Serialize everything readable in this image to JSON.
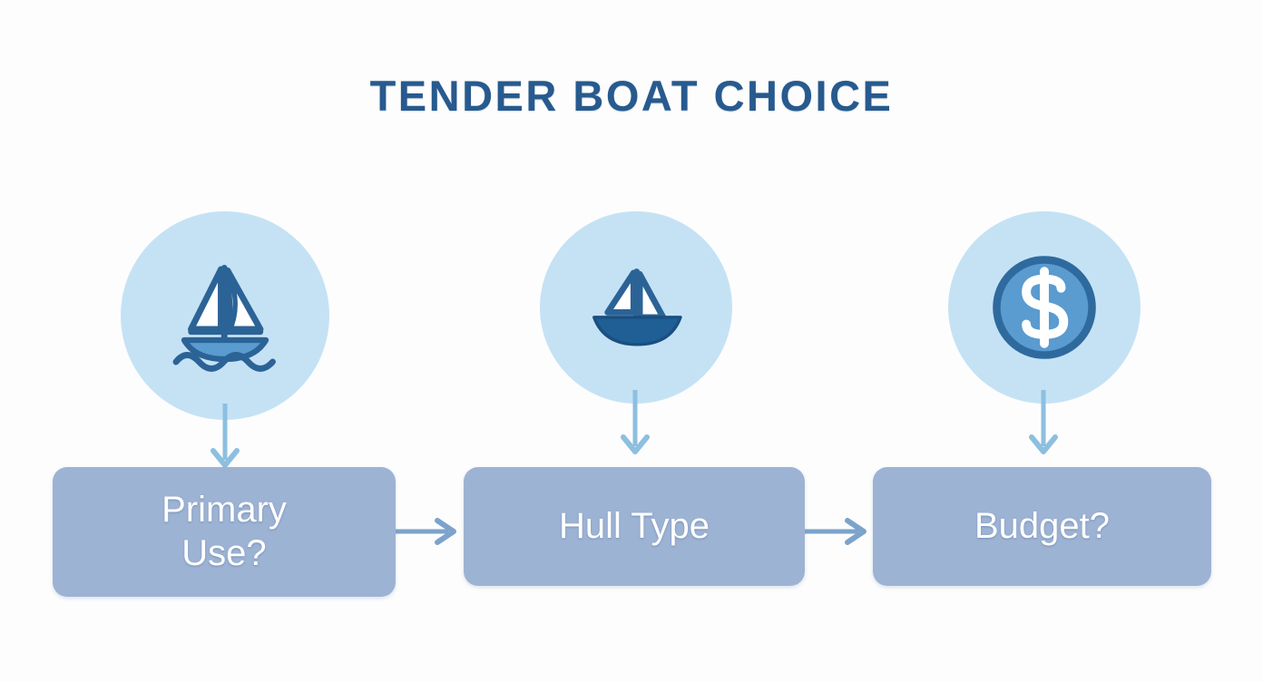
{
  "page": {
    "title": "TENDER BOAT CHOICE",
    "background_color": "#fdfdfd",
    "title_color": "#275a8e"
  },
  "theme": {
    "circle_fill": "#c5e2f5",
    "box_fill": "#9db3d4",
    "box_text_color": "#ffffff",
    "arrow_color_vertical": "#89bfe0",
    "arrow_color_horizontal": "#7ba3cc",
    "icon_outline_dark": "#2c6396",
    "icon_accent_blue": "#5a9bd0",
    "icon_hull_dark": "#1f5f95",
    "icon_sail_white": "#ffffff"
  },
  "icons": [
    {
      "name": "sailboat-waves-icon",
      "label": "sailboat on waves",
      "circle_size": 230
    },
    {
      "name": "sailboat-hull-icon",
      "label": "sailboat with solid hull",
      "circle_size": 212
    },
    {
      "name": "dollar-coin-icon",
      "label": "dollar coin",
      "symbol": "$",
      "circle_size": 212
    }
  ],
  "flow": {
    "steps": [
      {
        "id": "primary-use",
        "label": "Primary\nUse?",
        "icon": "sailboat-waves-icon"
      },
      {
        "id": "hull-type",
        "label": "Hull Type",
        "icon": "sailboat-hull-icon"
      },
      {
        "id": "budget",
        "label": "Budget?",
        "icon": "dollar-coin-icon"
      }
    ],
    "connectors": {
      "vertical_label": "down-arrow",
      "horizontal_label": "right-arrow",
      "count_vertical": 3,
      "count_horizontal": 2
    }
  }
}
